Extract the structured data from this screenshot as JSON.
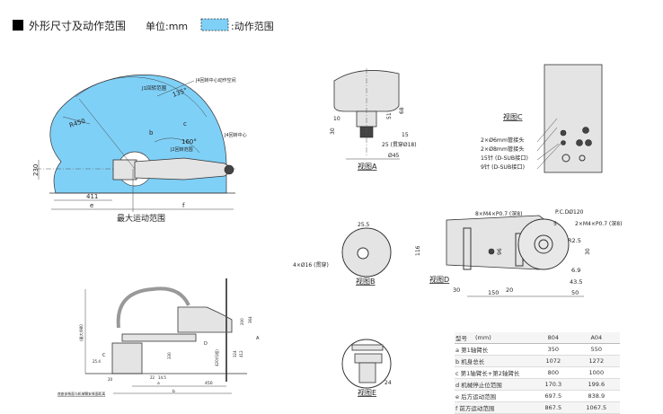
{
  "header": {
    "title": "外形尺寸及动作范围",
    "unit": "单位:mm",
    "legend_label": ":动作范围",
    "range_color": "#7fd0f7"
  },
  "top_view": {
    "j4_space": "J4回转中心动作空间",
    "j1_range": "J1回转范围",
    "j2_range": "J2回转范围",
    "j4_center": "J4回转中心",
    "angle_135": "135°",
    "angle_160": "160°",
    "r450": "R450",
    "dim_230": "230",
    "dim_411": "411",
    "dim_c": "c",
    "dim_b": "b",
    "dim_e": "e",
    "dim_f": "f",
    "caption": "最大运动范围"
  },
  "view_a": {
    "caption": "视图A",
    "d10": "10",
    "d30": "30",
    "d51": "51",
    "d68": "68",
    "d15": "15",
    "d25": "25 (贯穿Ø18)",
    "d45": "Ø45"
  },
  "view_c": {
    "caption": "视图C",
    "callouts": [
      "2×Ø6mm管接头",
      "2×Ø8mm管接头",
      "15针 (D-SUB接口)",
      "9针 (D-SUB接口)"
    ]
  },
  "view_b": {
    "caption": "视图B",
    "d25_5": "25.5",
    "holes": "4×Ø16 (贯穿)"
  },
  "view_d": {
    "caption": "视图D",
    "m4_8": "8×M4×P0.7 (深8)",
    "pcd": "P.C.DØ120",
    "d5": "5",
    "m4_2": "2×M4×P0.7 (深8)",
    "r2_5": "R2.5",
    "d116": "116",
    "d96": "96",
    "d30a": "30",
    "d30b": "30",
    "d6_9": "6.9",
    "d43_5": "43.5",
    "d50": "50",
    "d150": "150",
    "d20": "20"
  },
  "view_e": {
    "caption": "视图E",
    "d24": "24"
  },
  "side_view": {
    "d_c": "C",
    "d_d": "D",
    "d_a": "A",
    "d_a_dim": "a",
    "d_450": "450",
    "d_b": "b",
    "d_330": "330",
    "d_392": "392",
    "d_364": "364",
    "d_200": "200",
    "d_324": "324",
    "d_412": "412",
    "d_stroke": "420(行程)",
    "d_max": "(最大)980",
    "d_20": "20",
    "d_22": "22",
    "d_14_5": "14.5",
    "d_25_4": "25.4",
    "note": "底座安装面与机械臂安装面距离"
  },
  "spec_table": {
    "headers": [
      "型号",
      "(mm)",
      "804",
      "A04"
    ],
    "rows": [
      {
        "key": "a",
        "label": "第1轴臂长",
        "v1": "350",
        "v2": "550"
      },
      {
        "key": "b",
        "label": "机身总长",
        "v1": "1072",
        "v2": "1272"
      },
      {
        "key": "c",
        "label": "第1轴臂长+第2轴臂长",
        "v1": "800",
        "v2": "1000"
      },
      {
        "key": "d",
        "label": "机械停止位范围",
        "v1": "170.3",
        "v2": "199.6"
      },
      {
        "key": "e",
        "label": "后方运动范围",
        "v1": "697.5",
        "v2": "838.9"
      },
      {
        "key": "f",
        "label": "前方运动范围",
        "v1": "867.5",
        "v2": "1067.5"
      }
    ]
  }
}
